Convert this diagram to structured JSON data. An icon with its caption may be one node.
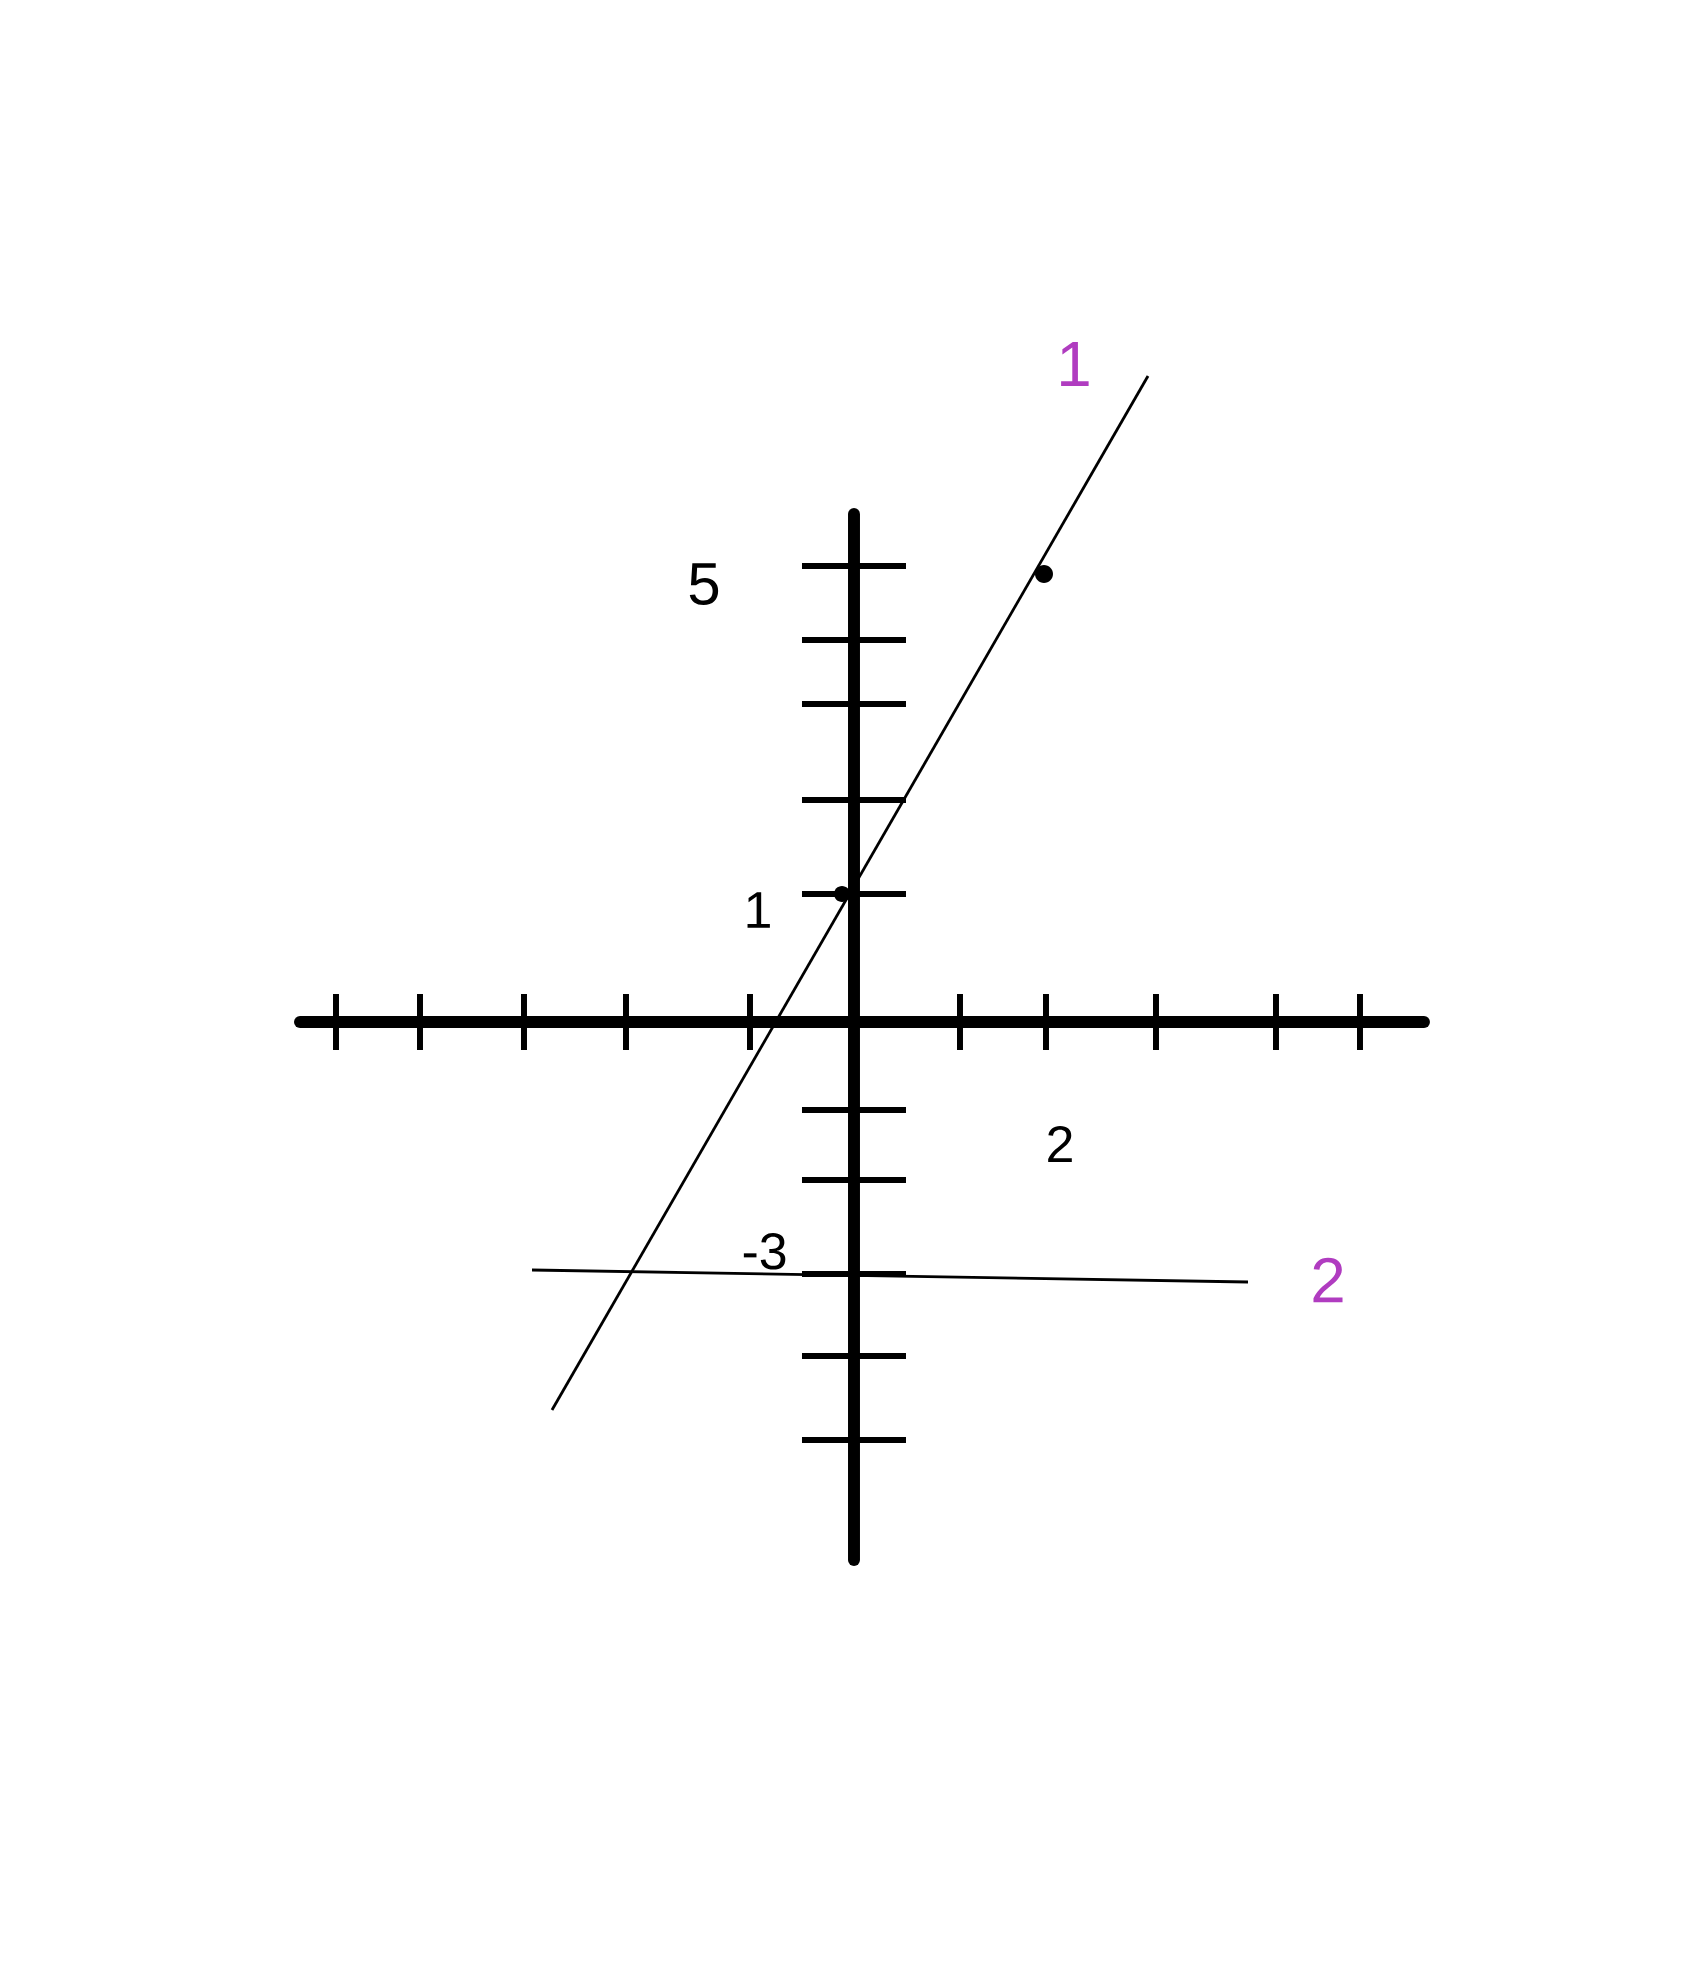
{
  "diagram": {
    "labels": [
      "1",
      "5",
      "1",
      "2",
      "-3",
      "2"
    ]
  }
}
